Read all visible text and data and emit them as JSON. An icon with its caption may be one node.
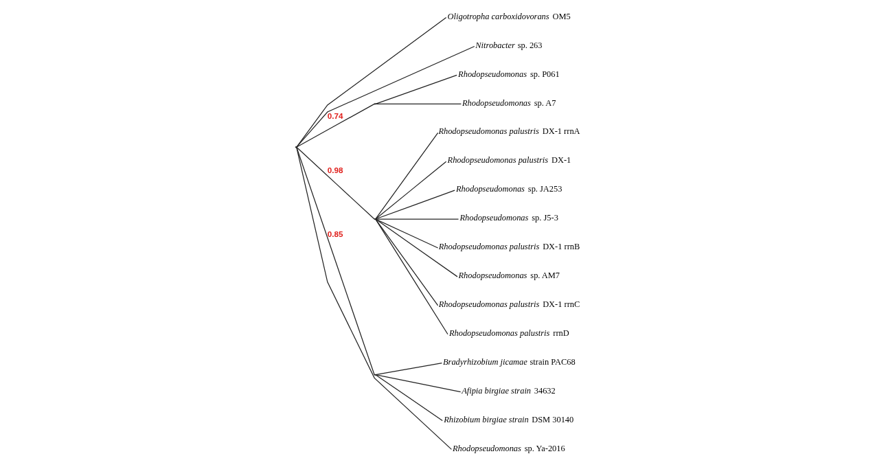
{
  "diagram": {
    "nodes": [
      {
        "text": [],
        "shape": "point"
      },
      {
        "text": [
          "*Oligotropha carboxidovorans* OM5"
        ]
      },
      {
        "text": [
          "*Nitrobacter* sp. 263"
        ]
      },
      {
        "text": [],
        "shape": "point"
      },
      {
        "text": [
          "*Rhodopseudomonas* sp. P061"
        ]
      },
      {
        "text": [
          "*Rhodopseudomonas* sp. A7"
        ]
      },
      {
        "text": [],
        "shape": "point"
      },
      {
        "text": [
          "*Rhodopseudomonas palustris* DX-1 rrnA"
        ]
      },
      {
        "text": [
          "*Rhodopseudomonas palustris* DX-1"
        ]
      },
      {
        "text": [
          "*Rhodopseudomonas* sp. JA253"
        ]
      },
      {
        "text": [
          "*Rhodopseudomonas* sp. J5-3"
        ]
      },
      {
        "text": [
          "*Rhodopseudomonas palustris* DX-1 rrnB"
        ]
      },
      {
        "text": [
          "*Rhodopseudomonas* sp. AM7"
        ]
      },
      {
        "text": [
          "*Rhodopseudomonas palustris* DX-1 rrnC"
        ]
      },
      {
        "text": [
          "*Rhodopseudomonas palustris* rrnD"
        ]
      },
      {
        "text": [],
        "shape": "point"
      },
      {
        "text": [
          "*Bradyrhizobium jicamae* strain PAC68"
        ]
      },
      {
        "text": [
          "*Afipia birgiae strain* 34632"
        ]
      },
      {
        "text": [
          "*Rhizobium birgiae strain* DSM 30140"
        ]
      },
      {
        "text": [
          "*Rhodopseudomonas* sp. Ya-2016"
        ]
      }
    ],
    "edges": [
      {
        "from": 0,
        "to": 1,
        "arrow": "none"
      },
      {
        "from": 0,
        "to": 2,
        "arrow": "none"
      },
      {
        "from": 0,
        "to": 3,
        "arrow": "none",
        "label": "0.74"
      },
      {
        "from": 3,
        "to": 4,
        "arrow": "none"
      },
      {
        "from": 3,
        "to": 5,
        "arrow": "none"
      },
      {
        "from": 0,
        "to": 6,
        "arrow": "none",
        "label": "0.98"
      },
      {
        "from": 6,
        "to": 7,
        "arrow": "none"
      },
      {
        "from": 6,
        "to": 8,
        "arrow": "none"
      },
      {
        "from": 6,
        "to": 9,
        "arrow": "none"
      },
      {
        "from": 6,
        "to": 10,
        "arrow": "none"
      },
      {
        "from": 6,
        "to": 11,
        "arrow": "none"
      },
      {
        "from": 6,
        "to": 12,
        "arrow": "none"
      },
      {
        "from": 6,
        "to": 13,
        "arrow": "none"
      },
      {
        "from": 6,
        "to": 14,
        "arrow": "none"
      },
      {
        "from": 0,
        "to": 15,
        "arrow": "none",
        "label": "0.85"
      },
      {
        "from": 15,
        "to": 16,
        "arrow": "none"
      },
      {
        "from": 15,
        "to": 17,
        "arrow": "none"
      },
      {
        "from": 15,
        "to": 18,
        "arrow": "none"
      },
      {
        "from": 0,
        "to": 19,
        "arrow": "none"
      }
    ]
  }
}
